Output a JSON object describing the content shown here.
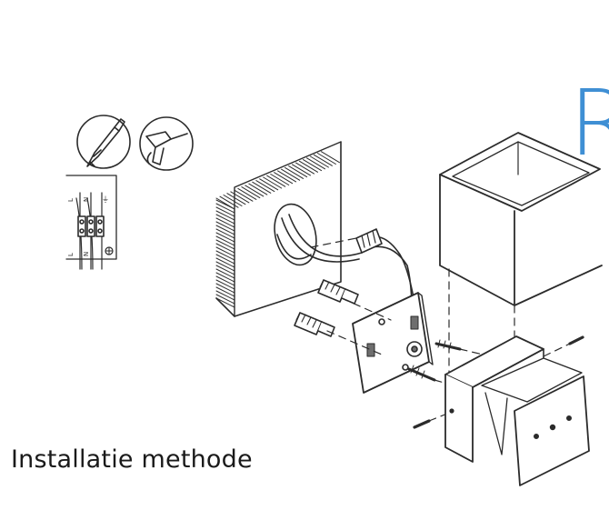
{
  "caption": "Installatie methode",
  "brand": {
    "partial_text": "R",
    "color": "#3f8fd4"
  },
  "wiring_labels": {
    "top": [
      "L",
      "N",
      "⏚"
    ],
    "bottom": [
      "L",
      "N"
    ]
  },
  "line_color": "#2b2b2b",
  "mount_plate_color": "#6e6e6e",
  "step_icons": [
    "screwdriver-icon",
    "drill-icon"
  ]
}
